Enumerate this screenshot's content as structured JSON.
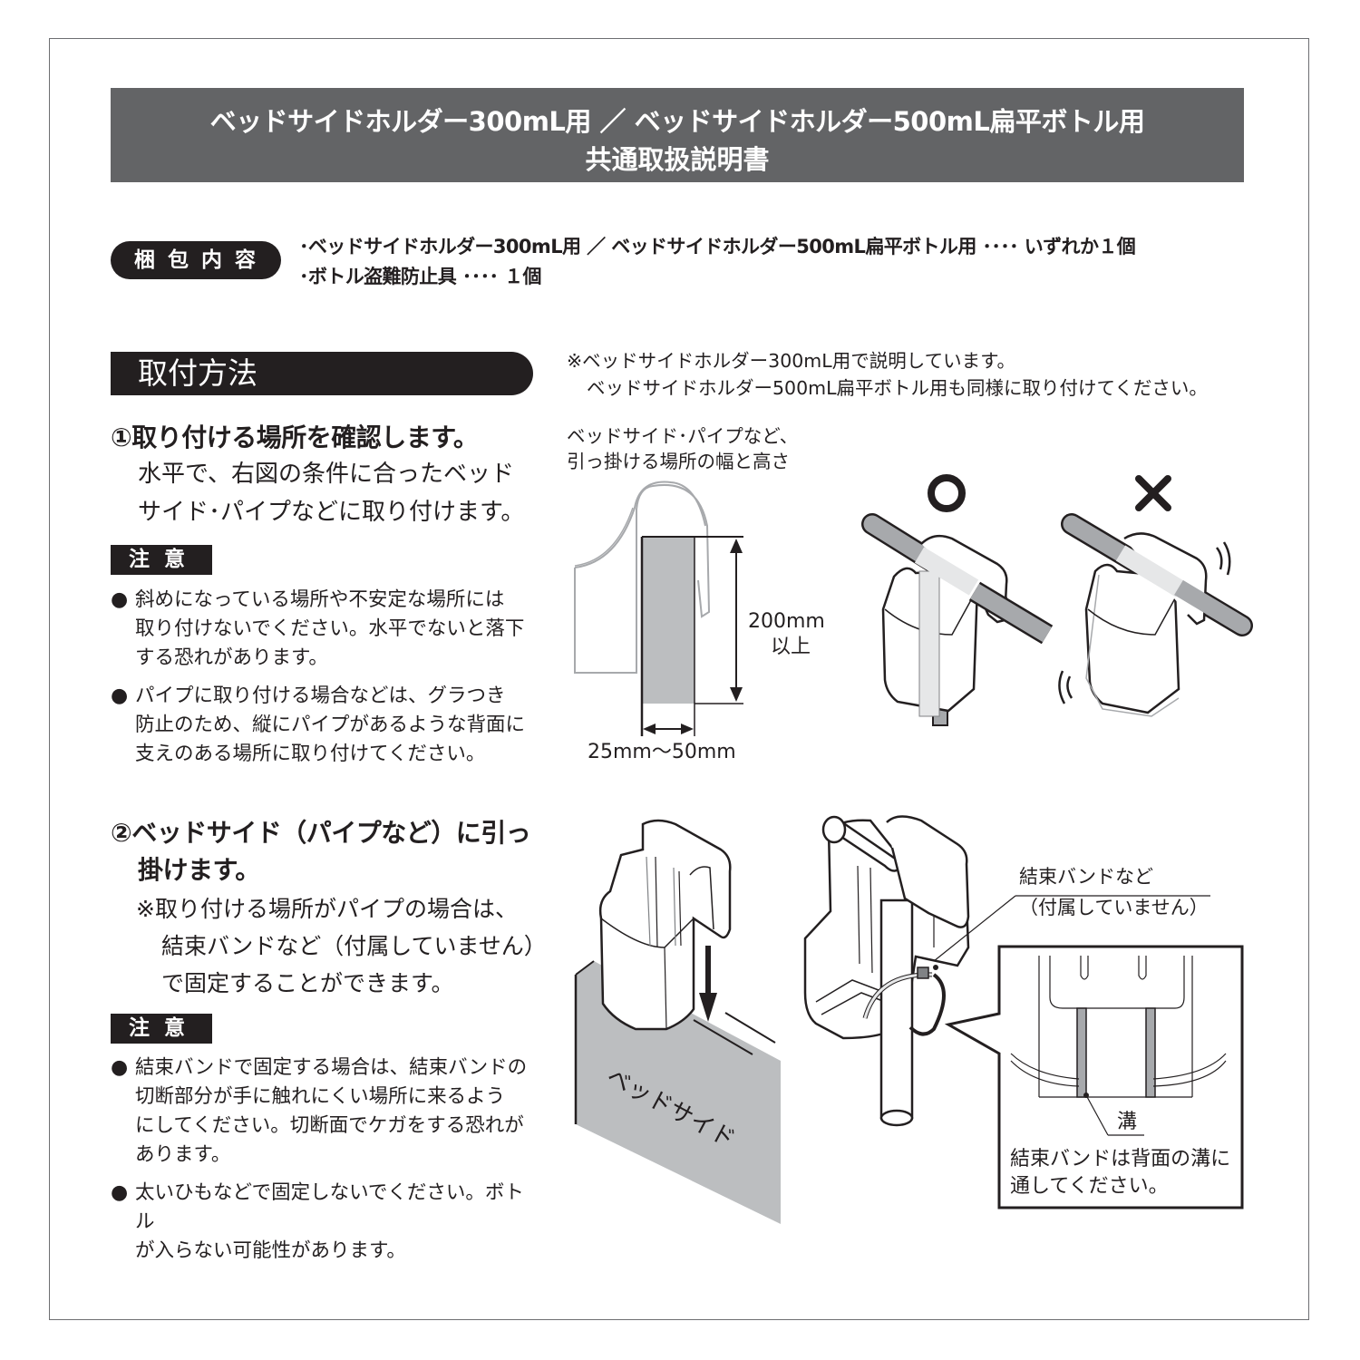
{
  "title": {
    "line1": "ベッドサイドホルダー300mL用 ／ ベッドサイドホルダー500mL扁平ボトル用",
    "line2": "共通取扱説明書"
  },
  "package": {
    "label": "梱包内容",
    "items": [
      "･ベッドサイドホルダー300mL用 ／ ベッドサイドホルダー500mL扁平ボトル用 ････ いずれか１個",
      "･ボトル盗難防止具 ････ １個"
    ]
  },
  "section": {
    "header": "取付方法"
  },
  "step1": {
    "title": "①取り付ける場所を確認します。",
    "body": [
      "水平で、右図の条件に合ったベッド",
      "サイド･パイプなどに取り付けます。"
    ],
    "caution_label": "注意",
    "cautions": [
      [
        "斜めになっている場所や不安定な場所には",
        "取り付けないでください。水平でないと落下",
        "する恐れがあります。"
      ],
      [
        "パイプに取り付ける場合などは、グラつき",
        "防止のため、縦にパイプがあるような背面に",
        "支えのある場所に取り付けてください。"
      ]
    ]
  },
  "step2": {
    "title": [
      "②ベッドサイド（パイプなど）に引っ",
      "掛けます。"
    ],
    "note": [
      "※取り付ける場所がパイプの場合は、",
      "結束バンドなど（付属していません）",
      "で固定することができます。"
    ],
    "caution_label": "注意",
    "cautions": [
      [
        "結束バンドで固定する場合は、結束バンドの",
        "切断部分が手に触れにくい場所に来るよう",
        "にしてください。切断面でケガをする恐れが",
        "あります。"
      ],
      [
        "太いひもなどで固定しないでください。ボトル",
        "が入らない可能性があります。"
      ]
    ]
  },
  "bullet_glyph": "●",
  "figures": {
    "note": [
      "※ベッドサイドホルダー300mL用で説明しています。",
      "ベッドサイドホルダー500mL扁平ボトル用も同様に取り付けてください。"
    ],
    "dimension_label": [
      "ベッドサイド･パイプなど、",
      "引っ掛ける場所の幅と高さ"
    ],
    "height_value": "200mm",
    "height_suffix": "以上",
    "width_value": "25mm～50mm",
    "ok_mark": "○",
    "ng_mark": "×",
    "bedside_label": "ベッドサイド",
    "tie_label": [
      "結束バンドなど",
      "（付属していません）"
    ],
    "groove_label": "溝",
    "groove_note": [
      "結束バンドは背面の溝に",
      "通してください。"
    ]
  },
  "colors": {
    "title_bg": "#636466",
    "dark": "#231f20",
    "figure_gray": "#bcbec0",
    "frame": "#6d6e71"
  }
}
